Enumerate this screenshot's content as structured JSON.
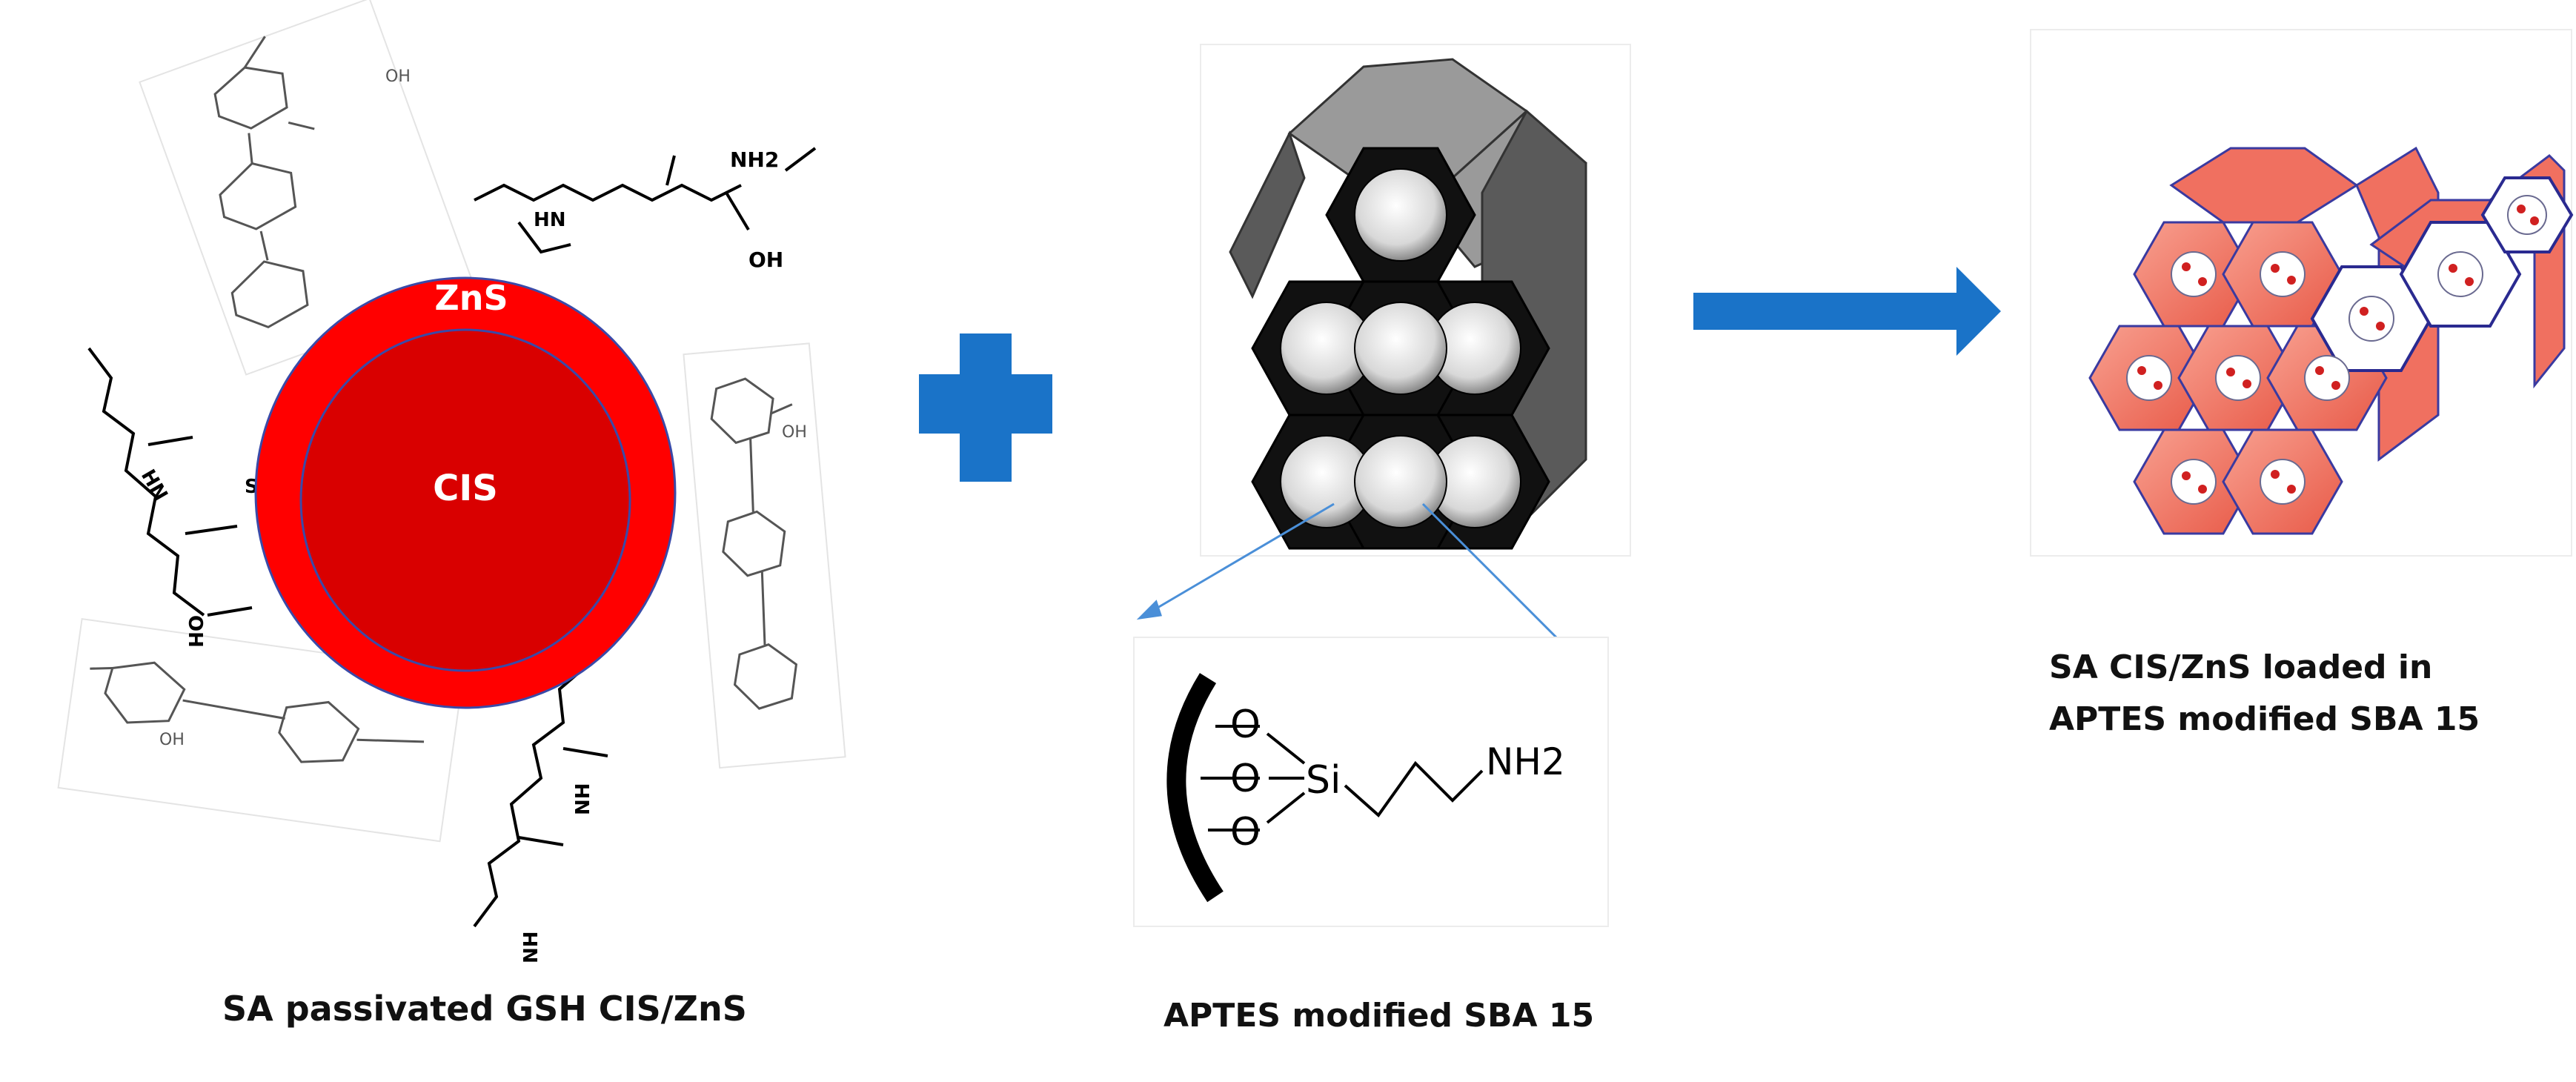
{
  "quantum_dot": {
    "shell_label": "ZnS",
    "core_label": "CIS",
    "caption": "SA passivated GSH CIS/ZnS",
    "colors": {
      "shell": "#ff0000",
      "core": "#d90000",
      "outline": "#3a4aa8"
    },
    "gsh_labels": [
      "NH2",
      "OH",
      "HN",
      "HN",
      "S",
      "OH",
      "NH",
      "NH"
    ],
    "sa_labels": [
      "OH",
      "OH",
      "OH"
    ]
  },
  "plus_sign": {
    "symbol": "+",
    "color": "#1a73c8"
  },
  "sba15": {
    "caption": "APTES modified SBA 15",
    "colors": {
      "pore_face": "#111111",
      "top_face": "#9a9a9a",
      "side_face": "#5a5a5a"
    },
    "aptes_labels": {
      "oxygen": "O",
      "silicon": "Si",
      "amine": "NH2"
    }
  },
  "reaction_arrow": {
    "color": "#1a73c8"
  },
  "product": {
    "caption_line1": "SA CIS/ZnS loaded in",
    "caption_line2": "APTES modified SBA 15",
    "colors": {
      "hex_fill": "#f07060",
      "hex_edge": "#3a3aa0"
    }
  }
}
